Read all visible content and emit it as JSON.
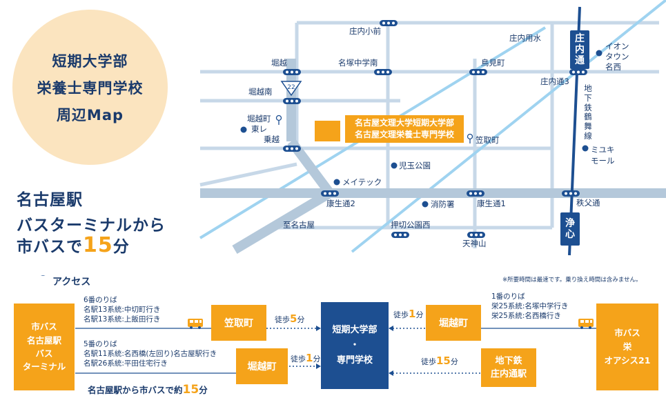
{
  "intro": {
    "line1": "短期大学部",
    "line2": "栄養士専門学校",
    "line3": "周辺Map"
  },
  "headline": {
    "line1": "名古屋駅",
    "line2": "バスターミナルから",
    "line3_prefix": "市バスで",
    "line3_num": "15",
    "line3_suffix": "分"
  },
  "map": {
    "stops": {
      "shonai_komae": "庄内小前",
      "horikoshi": "堀越",
      "meizuka": "名塚中学南",
      "torimi": "鳥見町",
      "horikoshi_minami": "堀越南",
      "shonai3": "庄内通3",
      "horikoshi_cho": "堀越町",
      "norikoshi": "乗越",
      "kasatori": "笠取町",
      "kosei2": "康生通2",
      "kosei1": "康生通1",
      "chichibu": "秩父通",
      "oshikiri": "押切公園西",
      "tenjinyama": "天神山",
      "to_meikoya": "至名古屋"
    },
    "route_badge": "22",
    "landmarks": {
      "higashi": "東レ",
      "meitec": "メイテック",
      "kodama": "児玉公園",
      "shobo": "消防署",
      "aeon": "イオン\nタウン\n名西",
      "miyuki": "ミユキ\nモール"
    },
    "canal": "庄内用水",
    "subway_line": "地下鉄鶴舞線",
    "station_top": "庄内通",
    "station_bottom": "浄心",
    "school_line1": "名古屋文理大学短期大学部",
    "school_line2": "名古屋文理栄養士専門学校"
  },
  "access": {
    "title": "アクセス",
    "note": "※所要時間は最速です。乗り換え時間は含みません。",
    "left_box": "市バス\n名古屋駅\nバス\nターミナル",
    "right_box": "市バス\n栄\nオアシス21",
    "center_box_line1": "短期大学部",
    "center_box_dot": "・",
    "center_box_line2": "専門学校",
    "kasatori_box": "笠取町",
    "horikoshi_box_left": "堀越町",
    "horikoshi_box_right": "堀越町",
    "subway_box": "地下鉄\n庄内通駅",
    "route_top_left": "6番のりば\n名駅13系統:中切町行き\n名駅13系統:上飯田行き",
    "route_bottom_left": "5番のりば\n名駅11系統:名西橋(左回り)名古屋駅行き\n名駅26系統:平田住宅行き",
    "route_right": "1番のりば\n栄25系統:名塚中学行き\n栄25系統:名西橋行き",
    "walk_prefix": "徒歩",
    "walk_unit": "分",
    "walk_top_left": "5",
    "walk_top_right": "1",
    "walk_bottom_left": "1",
    "walk_bottom_right": "15",
    "footer_prefix": "名古屋駅から市バスで約",
    "footer_num": "15",
    "footer_suffix": "分"
  },
  "colors": {
    "navy": "#1a3a6b",
    "orange": "#f5a31a",
    "road": "#c7d8e8",
    "water": "#9fd3f0",
    "circle": "#fbe4bf",
    "subway": "#1d4f91"
  }
}
